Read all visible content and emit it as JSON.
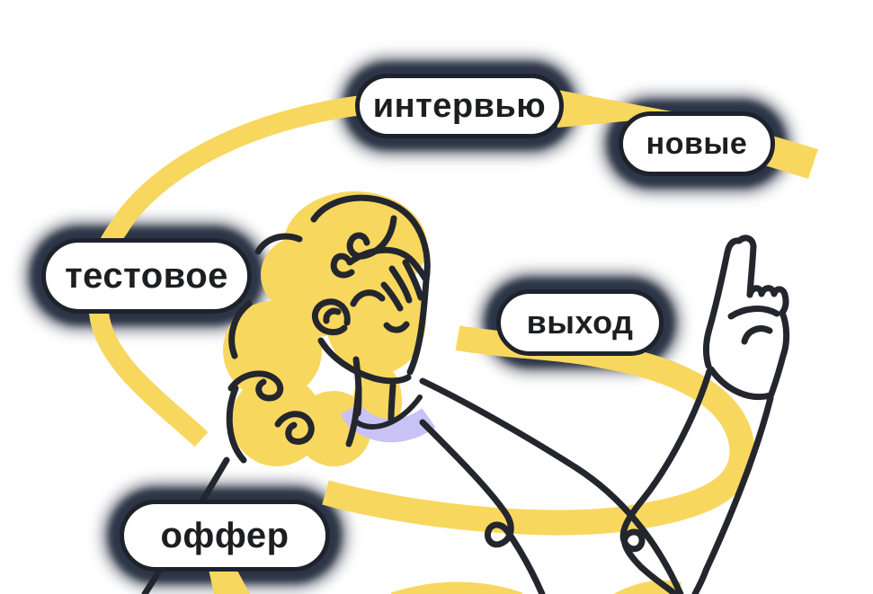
{
  "background_color": "#ffffff",
  "illustration": {
    "name": "hiring-stages-ribbon-illustration",
    "stages": [
      {
        "id": "interview",
        "text": "интервью"
      },
      {
        "id": "new",
        "text": "новые"
      },
      {
        "id": "test-task",
        "text": "тестовое"
      },
      {
        "id": "exit",
        "text": "выход"
      },
      {
        "id": "offer",
        "text": "оффер"
      }
    ],
    "colors": {
      "ribbon": "#F8D75F",
      "hair": "#F8D75F",
      "collar": "#C9C2F5",
      "outline": "#24262D",
      "pill_background": "#FFFFFF",
      "pill_border": "#1D222C",
      "pill_halo": "#2C3546",
      "label_text": "#1D1E20"
    }
  }
}
